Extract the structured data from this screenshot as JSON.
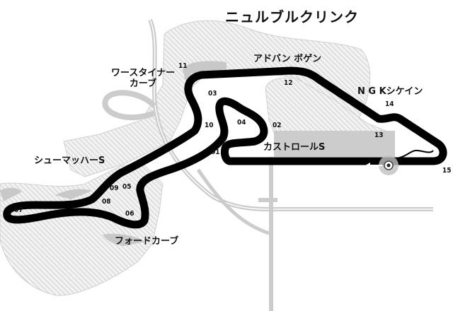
{
  "map": {
    "title": "ニュルブルクリンク",
    "colors": {
      "track": "#000000",
      "hatch_area": "#d4d4d4",
      "paved_area": "#c8c8c8",
      "road": "#cccccc",
      "text": "#111111",
      "background": "#ffffff"
    },
    "corners": [
      {
        "id": "wurth",
        "label_line1": "ワースタイナー",
        "label_line2": "カーブ"
      },
      {
        "id": "advan",
        "label": "アドバン ボゲン"
      },
      {
        "id": "ngk",
        "label": "N G Kシケイン"
      },
      {
        "id": "castrol",
        "label": "カストロールS"
      },
      {
        "id": "schumacher",
        "label": "シューマッハーS"
      },
      {
        "id": "ford",
        "label": "フォードカーブ"
      }
    ],
    "turns": [
      "01",
      "02",
      "03",
      "04",
      "05",
      "06",
      "07",
      "08",
      "09",
      "10",
      "11",
      "12",
      "13",
      "14",
      "15"
    ],
    "start_line": {
      "icon": "start-finish-target-icon",
      "direction": "arrow-left-icon"
    }
  }
}
